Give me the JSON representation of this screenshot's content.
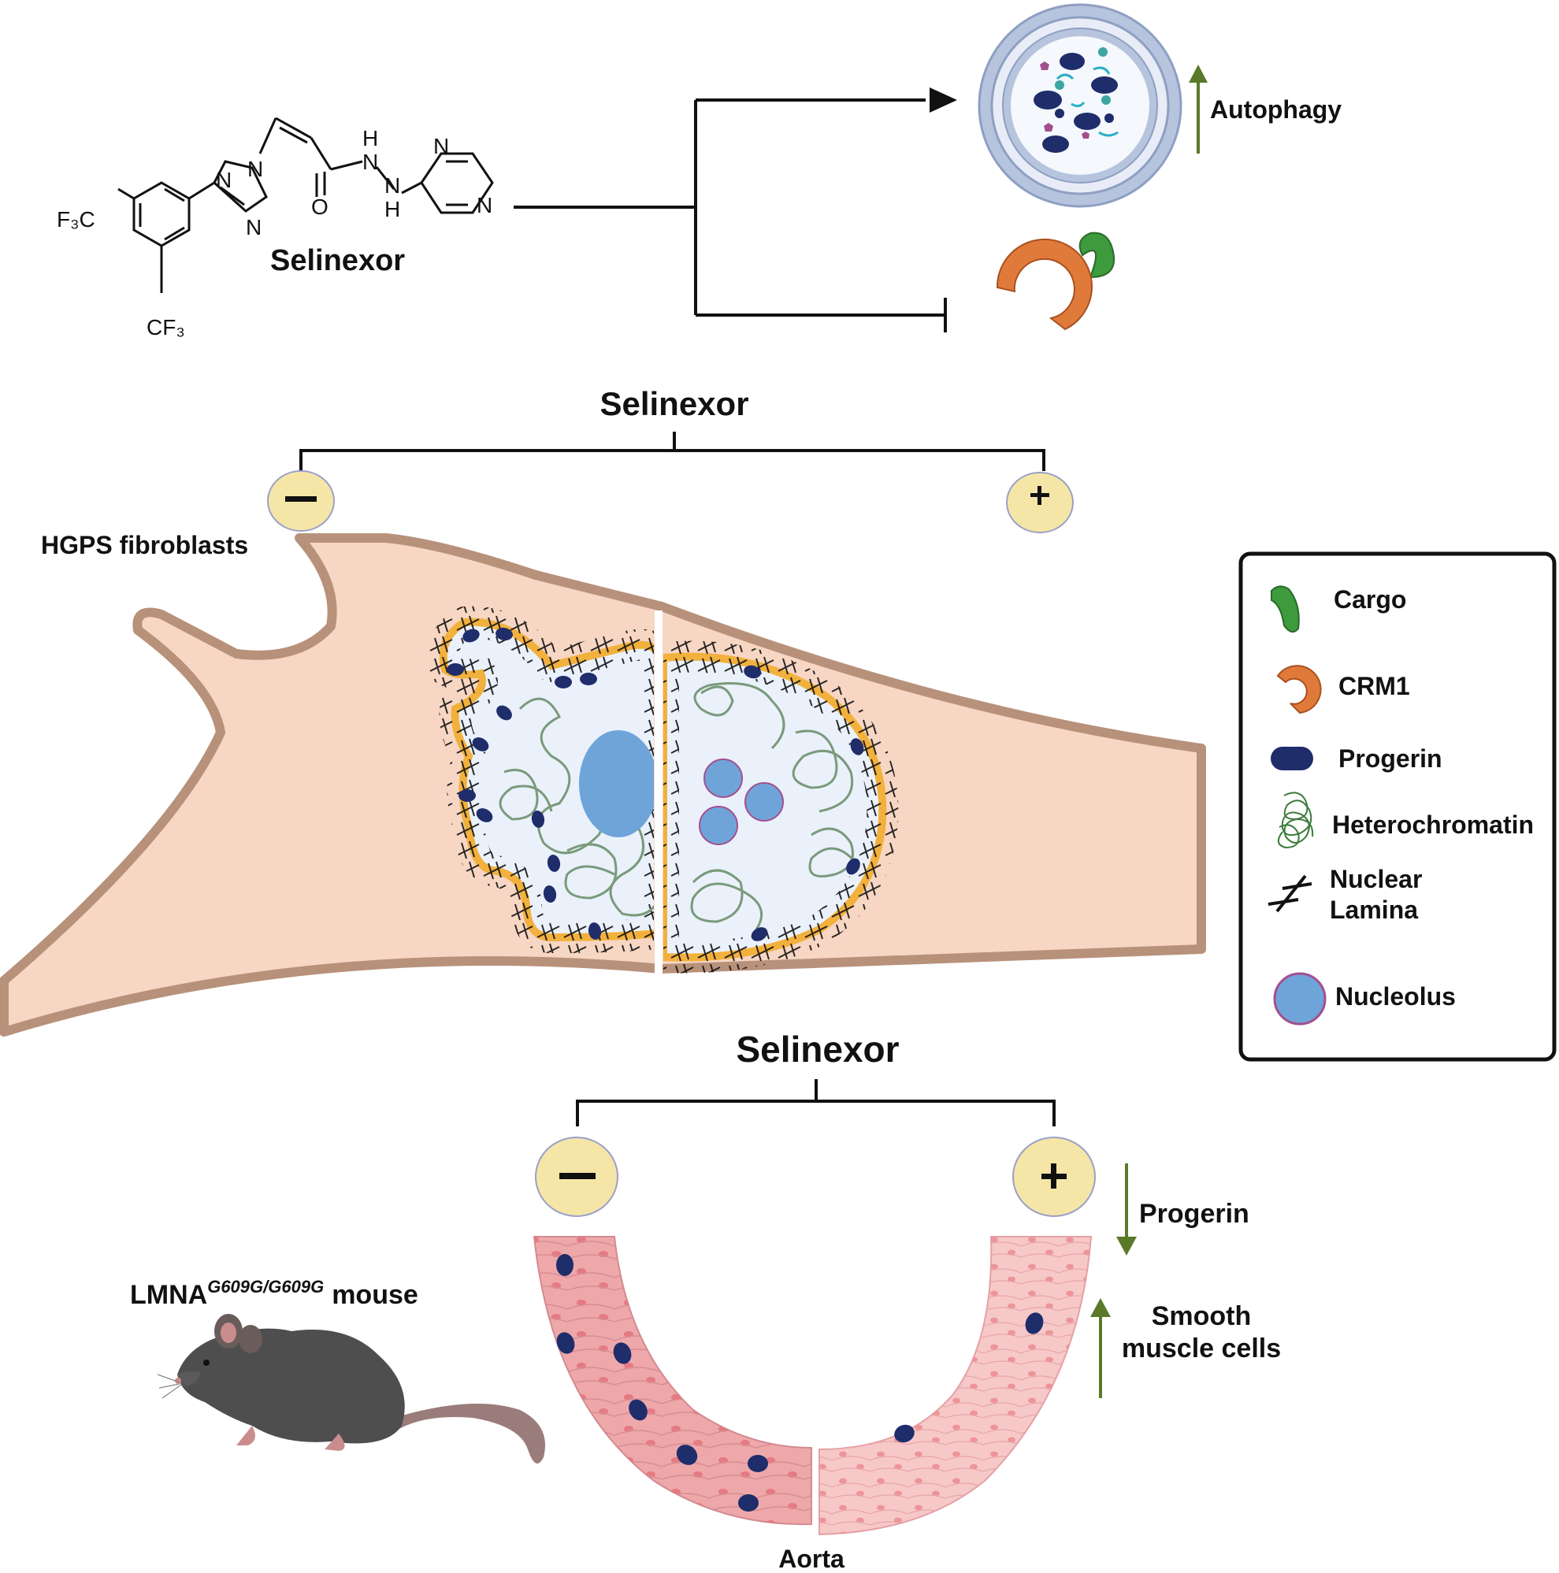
{
  "molecule": {
    "name": "Selinexor",
    "atoms": {
      "f3c": "F₃C",
      "cf3": "CF₃",
      "n": "N",
      "o": "O",
      "h": "H"
    }
  },
  "pathway": {
    "autophagy_label": "Autophagy"
  },
  "fibroblast_panel": {
    "title": "Selinexor",
    "minus_sign": "−",
    "plus_sign": "+",
    "cell_label": "HGPS fibroblasts"
  },
  "legend": {
    "items": [
      {
        "label": "Cargo",
        "icon": "cargo-icon"
      },
      {
        "label": "CRM1",
        "icon": "crm1-icon"
      },
      {
        "label": "Progerin",
        "icon": "progerin-icon"
      },
      {
        "label": "Heterochromatin",
        "icon": "heterochromatin-icon"
      },
      {
        "label": "Nuclear",
        "label2": "Lamina",
        "icon": "nuclear-lamina-icon"
      },
      {
        "label": "Nucleolus",
        "icon": "nucleolus-icon"
      }
    ]
  },
  "mouse_panel": {
    "title": "Selinexor",
    "minus_sign": "−",
    "plus_sign": "+",
    "mouse_label_prefix": "LMNA",
    "mouse_label_super": "G609G/G609G",
    "mouse_label_suffix": "mouse",
    "progerin_label": "Progerin",
    "smc_label_line1": "Smooth",
    "smc_label_line2": "muscle cells",
    "aorta_label": "Aorta"
  },
  "colors": {
    "cytoplasm": "#f7d6c3",
    "cell_membrane": "#b8917a",
    "nuclear_envelope": "#f2b13d",
    "nucleoplasm": "#eaf1fb",
    "nucleolus": "#6fa4d9",
    "progerin": "#1f2d6b",
    "crm1": "#e07a3a",
    "cargo": "#3d9a3d",
    "heterochromatin": "#7a9a7a",
    "sign_circle": "#f5e6a8",
    "arrow_green": "#5a7a2a",
    "aorta_minus": "#eea8aa",
    "aorta_plus": "#f7c8c8"
  }
}
